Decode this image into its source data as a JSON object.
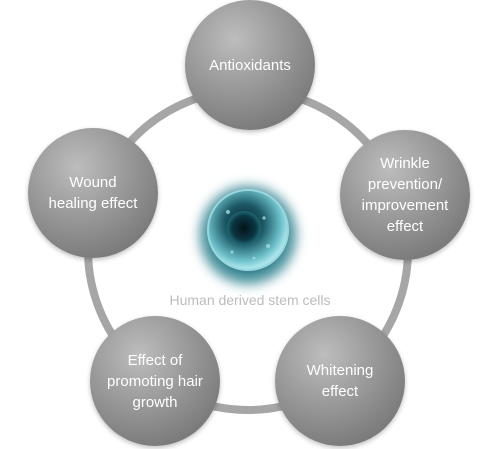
{
  "diagram": {
    "center_label": "Human derived stem cells",
    "nodes": [
      {
        "id": "antioxidants",
        "label": "Antioxidants"
      },
      {
        "id": "wrinkle",
        "label": "Wrinkle prevention/ improvement effect"
      },
      {
        "id": "whitening",
        "label": "Whitening effect"
      },
      {
        "id": "hair",
        "label": "Effect of promoting hair growth"
      },
      {
        "id": "wound",
        "label": "Wound healing effect"
      }
    ]
  },
  "colors": {
    "ring": "#a6a6a6",
    "node_fill": "#8e8e8e",
    "node_text": "#ffffff",
    "caption": "#bcbcbc",
    "cell_teal": "#2a8a9a"
  }
}
